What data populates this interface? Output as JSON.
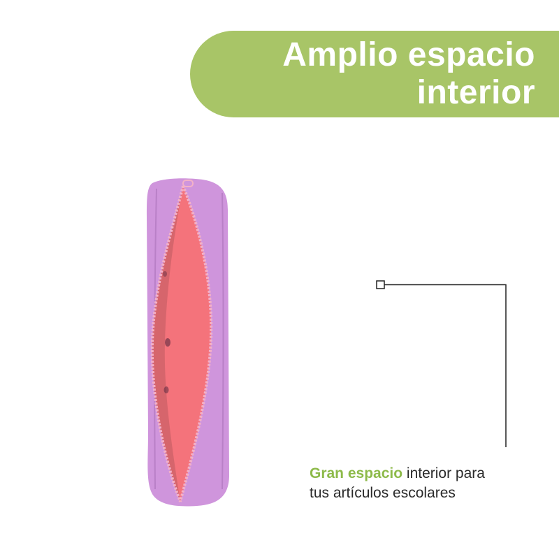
{
  "banner": {
    "title_line_1": "Amplio espacio",
    "title_line_2": "interior",
    "color": "#a8c567"
  },
  "caption": {
    "highlight": "Gran espacio",
    "rest_line_1": " interior para",
    "line_2": "tus artículos escolares",
    "highlight_color": "#8dba4a",
    "text_color": "#2a2a2a"
  },
  "product": {
    "shell_color": "#cf95dc",
    "lining_color": "#f4737b",
    "zipper_color": "#f3b1c8"
  },
  "callout": {
    "line_color": "#222222"
  }
}
